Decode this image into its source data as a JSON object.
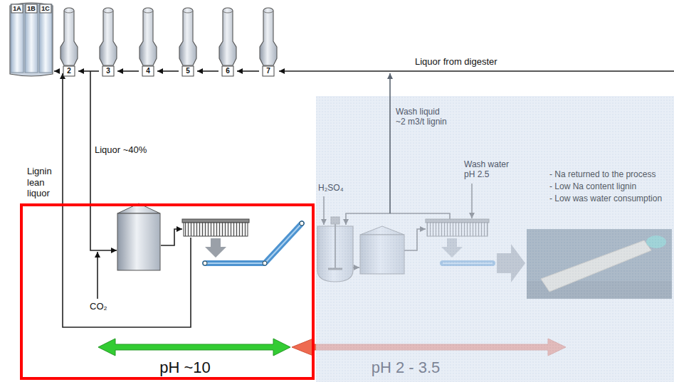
{
  "diagram": {
    "nodes": [
      {
        "text": [
          "1A",
          "1B",
          "1C"
        ]
      },
      {
        "text": [
          "2"
        ]
      },
      {
        "text": [
          "3"
        ]
      },
      {
        "text": [
          "4"
        ]
      },
      {
        "text": [
          "5"
        ]
      },
      {
        "text": [
          "6"
        ]
      },
      {
        "text": [
          "7"
        ]
      }
    ],
    "edges": [
      {
        "from": 1,
        "to": 0,
        "arrow": "to"
      },
      {
        "from": 2,
        "to": 1,
        "arrow": "to"
      },
      {
        "from": 3,
        "to": 2,
        "arrow": "to"
      },
      {
        "from": 4,
        "to": 3,
        "arrow": "to"
      },
      {
        "from": 5,
        "to": 4,
        "arrow": "to"
      },
      {
        "from": 6,
        "to": 5,
        "arrow": "to"
      }
    ],
    "labels": [
      "Liquor from digester",
      "Liquor ~40%",
      "Lignin lean liquor",
      "CO₂",
      "H₂SO₄",
      "Wash liquid ~2 m3/t lignin",
      "Wash water pH 2.5",
      "- Na returned to the process",
      "- Low Na content lignin",
      "- Low was water consumption",
      "pH ~10",
      "pH 2 - 3.5"
    ]
  }
}
